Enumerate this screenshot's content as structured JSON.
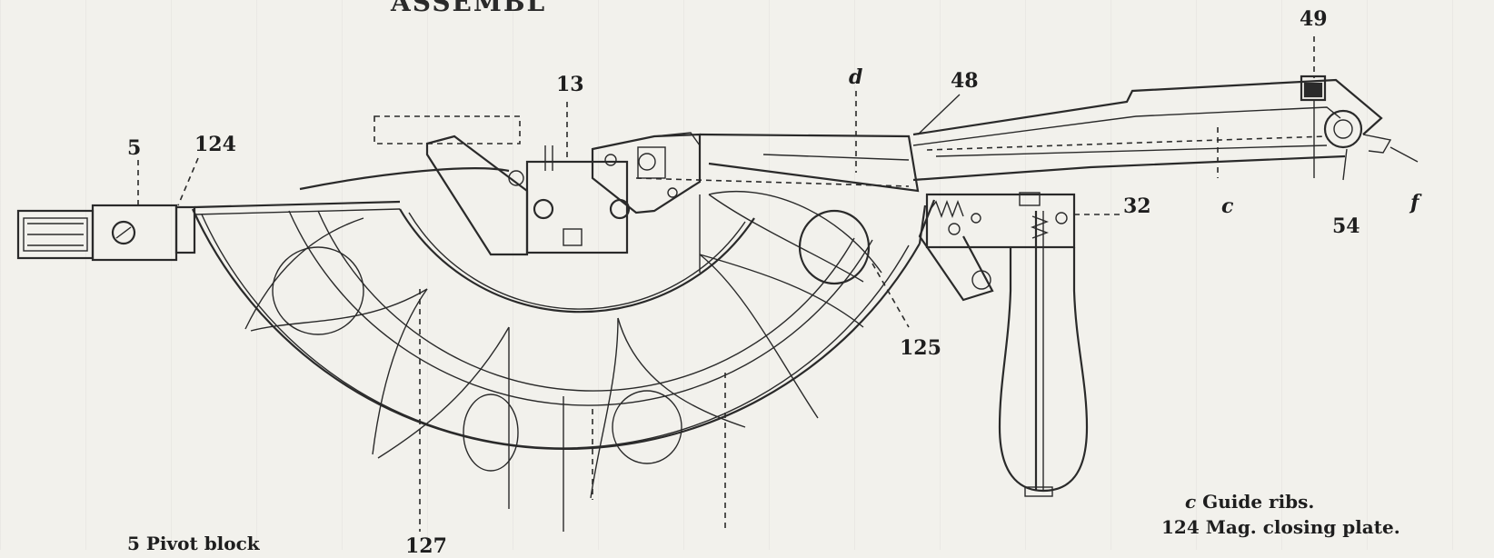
{
  "title_fragment": "ASSEMBL",
  "labels": {
    "l5": "5",
    "l124": "124",
    "l13": "13",
    "ld": "d",
    "l48": "48",
    "l49": "49",
    "l54": "54",
    "lc": "c",
    "lf": "f",
    "l32": "32",
    "l125": "125",
    "l127": "127"
  },
  "legend": {
    "guide_key": "c",
    "guide_text": "Guide ribs.",
    "plate_key": "124",
    "plate_text": "Mag. closing plate.",
    "block_key": "5",
    "block_text": "Pivot block"
  },
  "colors": {
    "ink": "#2a2a2a",
    "paper": "#f2f1ec"
  }
}
